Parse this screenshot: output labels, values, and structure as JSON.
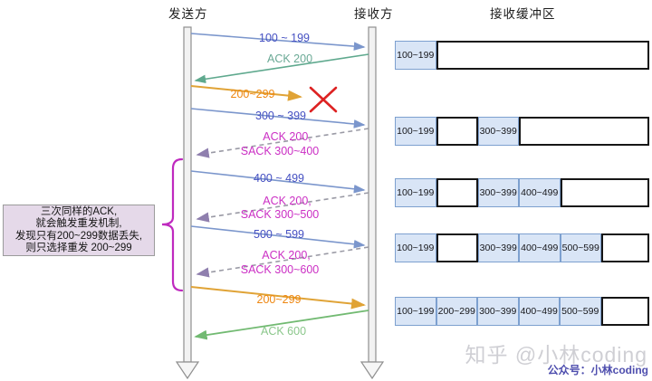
{
  "header": {
    "sender": "发送方",
    "receiver": "接收方",
    "buffer_title": "接收缓冲区"
  },
  "messages": [
    {
      "label": "100 ~ 199",
      "type": "data-segment"
    },
    {
      "label": "ACK 200",
      "type": "ack"
    },
    {
      "label": "200~299",
      "type": "data-segment-lost"
    },
    {
      "label": "300 ~ 399",
      "type": "data-segment"
    },
    {
      "label": "ACK 200,",
      "label2": "SACK 300~400",
      "type": "sack"
    },
    {
      "label": "400 ~ 499",
      "type": "data-segment"
    },
    {
      "label": "ACK 200,",
      "label2": "SACK 300~500",
      "type": "sack"
    },
    {
      "label": "500 ~ 599",
      "type": "data-segment"
    },
    {
      "label": "ACK 200,",
      "label2": "SACK 300~600",
      "type": "sack"
    },
    {
      "label": "200~299",
      "type": "retransmit-segment"
    },
    {
      "label": "ACK 600",
      "type": "ack-final"
    }
  ],
  "annotation": {
    "line1": "三次同样的ACK,",
    "line2": "就会触发重发机制,",
    "line3": "发现只有200~299数据丢失,",
    "line4": "则只选择重发 200~299"
  },
  "buffer": {
    "rows": [
      [
        "100~199"
      ],
      [
        "100~199",
        "",
        "300~399"
      ],
      [
        "100~199",
        "",
        "300~399",
        "400~499"
      ],
      [
        "100~199",
        "",
        "300~399",
        "400~499",
        "500~599"
      ],
      [
        "100~199",
        "200~299",
        "300~399",
        "400~499",
        "500~599"
      ]
    ]
  },
  "watermark": {
    "main": "知乎 @小林coding",
    "sub": "公众号：小林coding"
  },
  "colors": {
    "blue_text": "#4550c2",
    "blue_line": "#7b96cc",
    "teal_line": "#5fa98e",
    "teal_text": "#6aa995",
    "orange_line": "#e0a336",
    "orange_text": "#ee860f",
    "magenta_text": "#cb2fc4",
    "dash_line": "#9a9aa5",
    "dash_head": "#8f7fae",
    "green_line": "#72ba72",
    "green_text": "#8bc78b",
    "red_x": "#dd2222",
    "cell_fill": "#d9e5f6",
    "cell_border": "#7da0cf",
    "note_fill": "#e5d9e9",
    "brace": "#bf2abf",
    "watermark_main": "#cfcfd4",
    "watermark_sub": "#4e4eae"
  }
}
